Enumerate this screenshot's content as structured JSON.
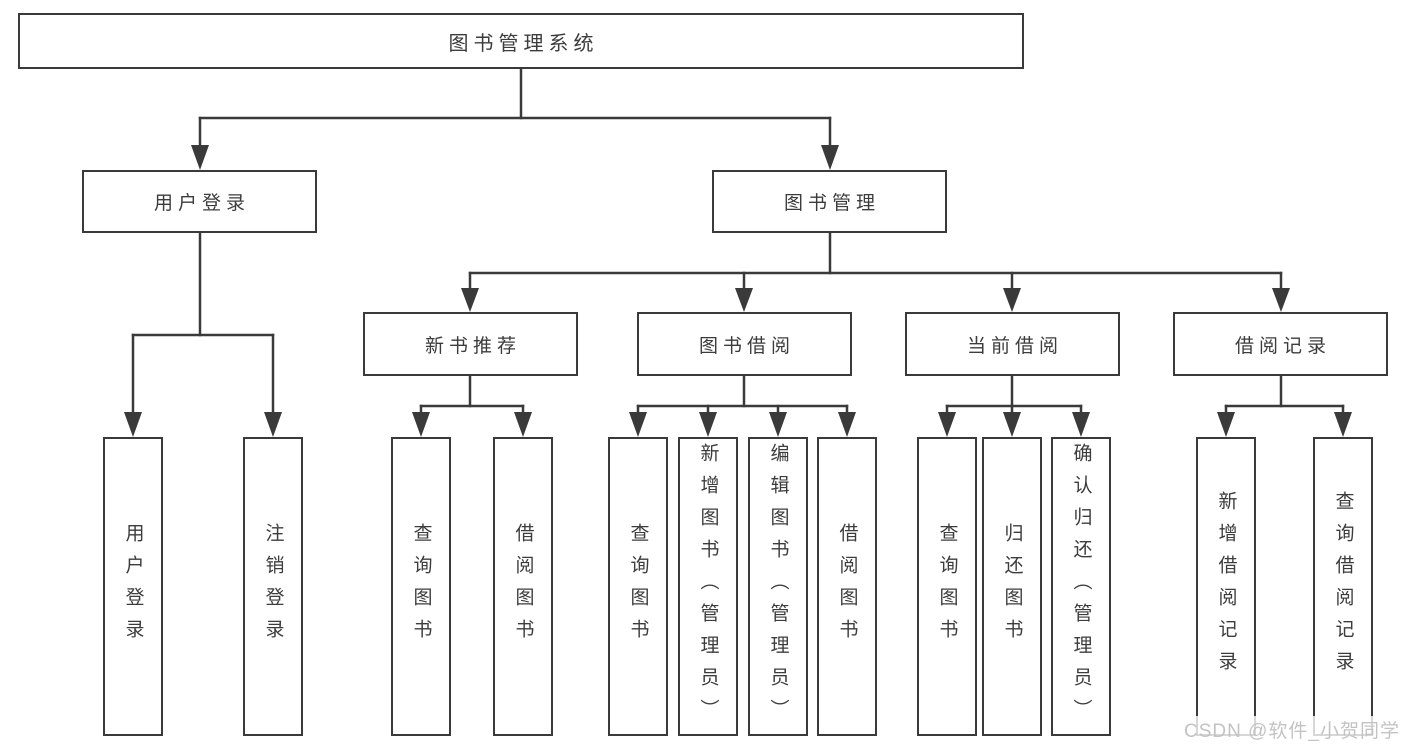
{
  "tree": {
    "root": {
      "label": "图书管理系统"
    },
    "children": [
      {
        "label": "用户登录",
        "children": [
          {
            "label": "用户登录"
          },
          {
            "label": "注销登录"
          }
        ]
      },
      {
        "label": "图书管理",
        "children": [
          {
            "label": "新书推荐",
            "children": [
              {
                "label": "查询图书"
              },
              {
                "label": "借阅图书"
              }
            ]
          },
          {
            "label": "图书借阅",
            "children": [
              {
                "label": "查询图书"
              },
              {
                "label": "新增图书（管理员）"
              },
              {
                "label": "编辑图书（管理员）"
              },
              {
                "label": "借阅图书"
              }
            ]
          },
          {
            "label": "当前借阅",
            "children": [
              {
                "label": "查询图书"
              },
              {
                "label": "归还图书"
              },
              {
                "label": "确认归还（管理员）"
              }
            ]
          },
          {
            "label": "借阅记录",
            "children": [
              {
                "label": "新增借阅记录"
              },
              {
                "label": "查询借阅记录"
              }
            ]
          }
        ]
      }
    ]
  },
  "watermark": {
    "text": "CSDN @软件_小贺同学"
  },
  "colors": {
    "line": "#3a3a3a",
    "border": "#3a3a3a",
    "text": "#3c3c3c",
    "watermark": "#c3c3c3",
    "background": "#ffffff"
  }
}
